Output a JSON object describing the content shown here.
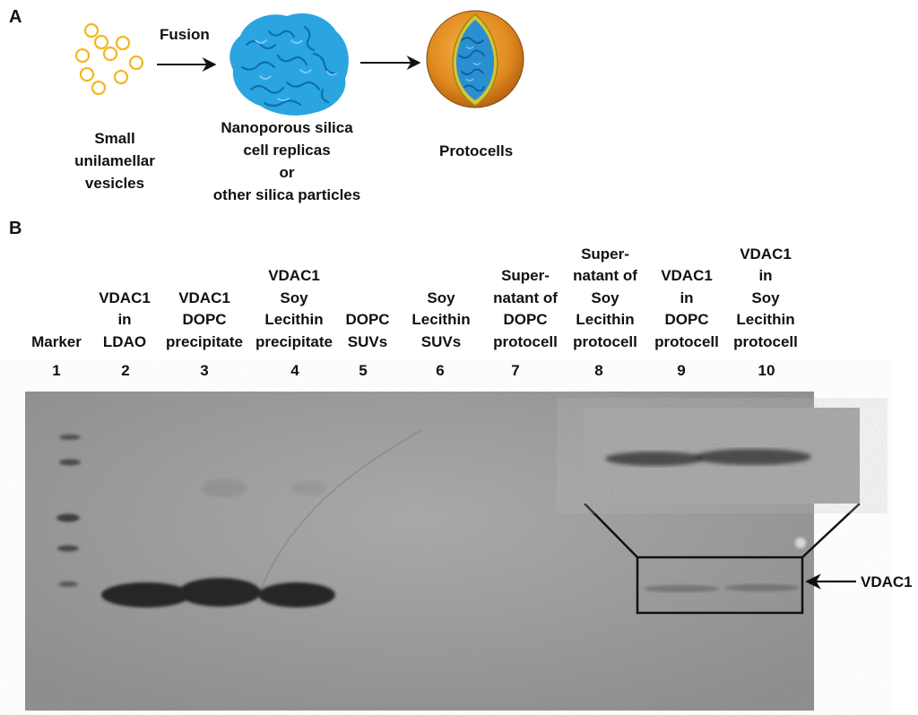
{
  "panel_a": {
    "letter": "A",
    "fusion_label": "Fusion",
    "vesicles_label": [
      "Small",
      "unilamellar",
      "vesicles"
    ],
    "silica_label": [
      "Nanoporous silica",
      "cell replicas",
      "or",
      "other silica particles"
    ],
    "protocells_label": "Protocells"
  },
  "panel_b": {
    "letter": "B",
    "lanes": [
      {
        "number": "1",
        "label": "Marker"
      },
      {
        "number": "2",
        "label": "VDAC1\nin\nLDAO"
      },
      {
        "number": "3",
        "label": "VDAC1\nDOPC\nprecipitate"
      },
      {
        "number": "4",
        "label": "VDAC1\nSoy\nLecithin\nprecipitate"
      },
      {
        "number": "5",
        "label": "DOPC\nSUVs"
      },
      {
        "number": "6",
        "label": "Soy\nLecithin\nSUVs"
      },
      {
        "number": "7",
        "label": "Super-\nnatant of\nDOPC\nprotocell"
      },
      {
        "number": "8",
        "label": "Super-\nnatant of\nSoy\nLecithin\nprotocell"
      },
      {
        "number": "9",
        "label": "VDAC1\nin\nDOPC\nprotocell"
      },
      {
        "number": "10",
        "label": "VDAC1\nin\nSoy\nLecithin\nprotocell"
      }
    ],
    "band_annotation": "VDAC1"
  },
  "colors": {
    "vesicle_ring": "#f2b81c",
    "silica_blue": "#2aa5e0",
    "protocell_orange": "#e8901e",
    "gel_background": "#9b9b9b",
    "band": "#2a2a2a"
  }
}
